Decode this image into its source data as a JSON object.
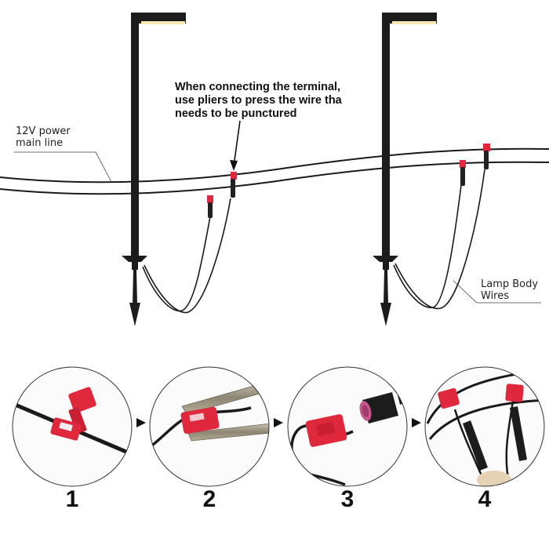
{
  "labels": {
    "power_line_1": "12V power",
    "power_line_2": "main line",
    "lamp_wires_1": "Lamp Body",
    "lamp_wires_2": "Wires",
    "instruction_1": "When connecting the terminal,",
    "instruction_2": "use pliers to press the wire tha",
    "instruction_3": "needs to be punctured"
  },
  "steps": [
    {
      "number": "1"
    },
    {
      "number": "2"
    },
    {
      "number": "3"
    },
    {
      "number": "4"
    }
  ],
  "colors": {
    "connector": "#e0283c",
    "wire": "#1a1a1a",
    "post": "#1c1c1c",
    "light_glow": "#f6e7b4"
  }
}
